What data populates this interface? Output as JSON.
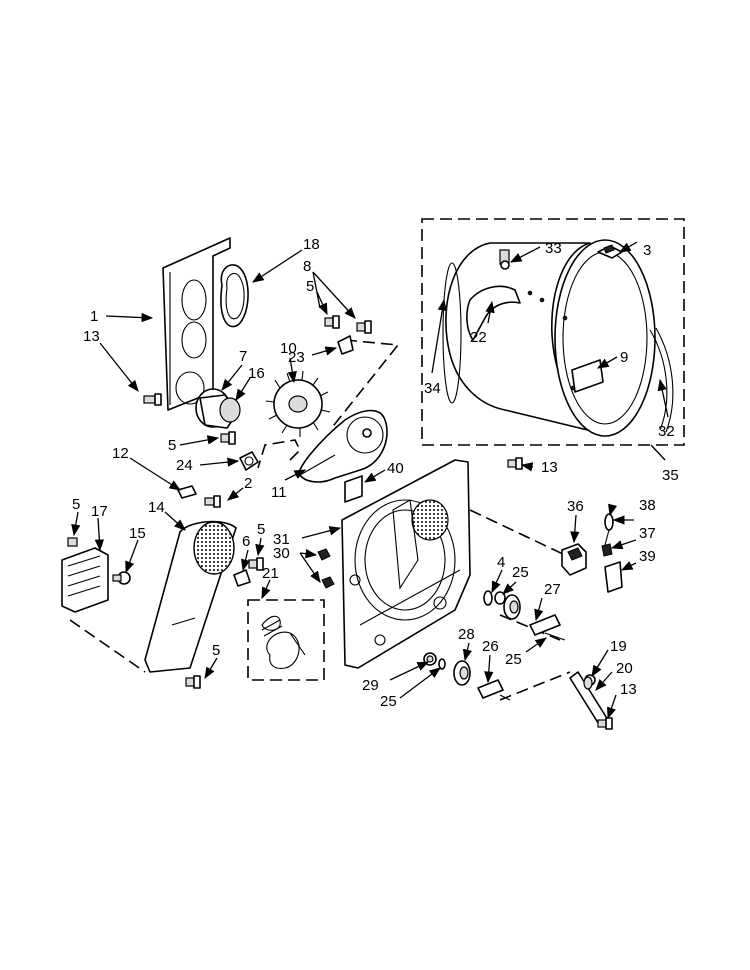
{
  "callouts": {
    "c1": "1",
    "c2": "2",
    "c3": "3",
    "c4": "4",
    "c5a": "5",
    "c5b": "5",
    "c5c": "5",
    "c5d": "5",
    "c5e": "5",
    "c6": "6",
    "c7": "7",
    "c8": "8",
    "c9": "9",
    "c10": "10",
    "c11": "11",
    "c12": "12",
    "c13a": "13",
    "c13b": "13",
    "c13c": "13",
    "c14": "14",
    "c15": "15",
    "c16": "16",
    "c17": "17",
    "c18": "18",
    "c19": "19",
    "c20": "20",
    "c21": "21",
    "c22": "22",
    "c23": "23",
    "c24": "24",
    "c25a": "25",
    "c25b": "25",
    "c25c": "25",
    "c26": "26",
    "c27": "27",
    "c28": "28",
    "c29": "29",
    "c30": "30",
    "c31": "31",
    "c32": "32",
    "c33": "33",
    "c34": "34",
    "c35": "35",
    "c36": "36",
    "c37": "37",
    "c38": "38",
    "c39": "39",
    "c40": "40"
  }
}
